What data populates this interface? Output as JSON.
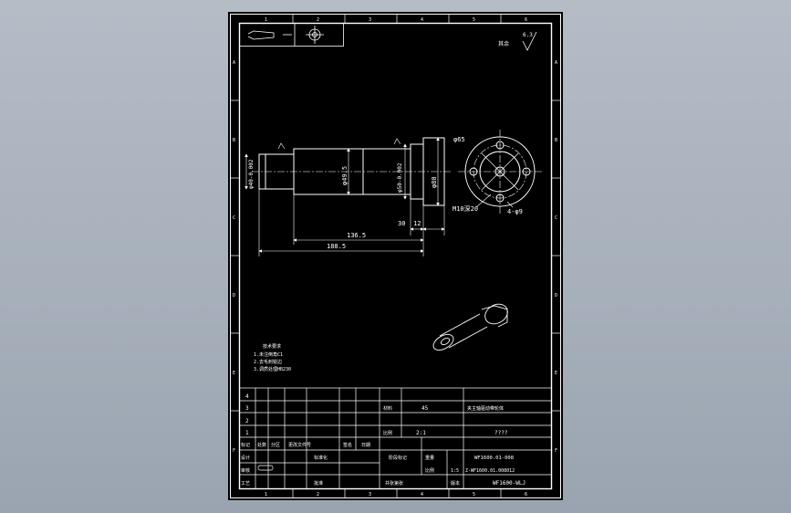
{
  "zones": {
    "top": [
      "1",
      "2",
      "3",
      "4",
      "5",
      "6"
    ],
    "bottom": [
      "1",
      "2",
      "3",
      "4",
      "5",
      "6"
    ],
    "left": [
      "A",
      "B",
      "C",
      "D",
      "E",
      "F"
    ],
    "right": [
      "A",
      "B",
      "C",
      "D",
      "E",
      "F"
    ]
  },
  "roughness": {
    "value": "6.3",
    "note": "其余"
  },
  "dimensions": {
    "d_left": "φ40-0.002",
    "d_mid": "φ49.5",
    "d_shoulder": "φ50-0.002",
    "d_flange": "φ80",
    "len_small": "30",
    "len_flange": "12",
    "len_mid": "136.5",
    "len_total": "188.5",
    "pcd": "φ65",
    "thread": "M10深20",
    "holes": "4-φ9"
  },
  "tech_req": {
    "title": "技术要求",
    "items": [
      "1.未注倒角C1",
      "2.去毛刺锐边",
      "3.调质处理HB230"
    ]
  },
  "title_block": {
    "material_label": "材料",
    "material": "45",
    "ratio_label": "比例",
    "ratio": "2:1",
    "part_name": "夹主轴驱动带轮体",
    "project": "????",
    "drawing_no_1": "WF1600.01-008",
    "drawing_no_2": "Z-WF1600.01.008012",
    "drawing_no_3": "WF1600-WLJ",
    "scale_label": "比例",
    "scale_value": "1:5",
    "rev_rows": [
      "4",
      "3",
      "2",
      "1"
    ],
    "rev_headers": [
      "标记",
      "处数",
      "分区",
      "更改文件号",
      "签名",
      "日期"
    ],
    "stage_label": "阶段标记",
    "weight_label": "重量",
    "sheet_label": "共张第张",
    "version_label": "版本",
    "roles": [
      "设计",
      "审核",
      "工艺"
    ],
    "role_cols": [
      "标准化",
      "批准"
    ]
  }
}
